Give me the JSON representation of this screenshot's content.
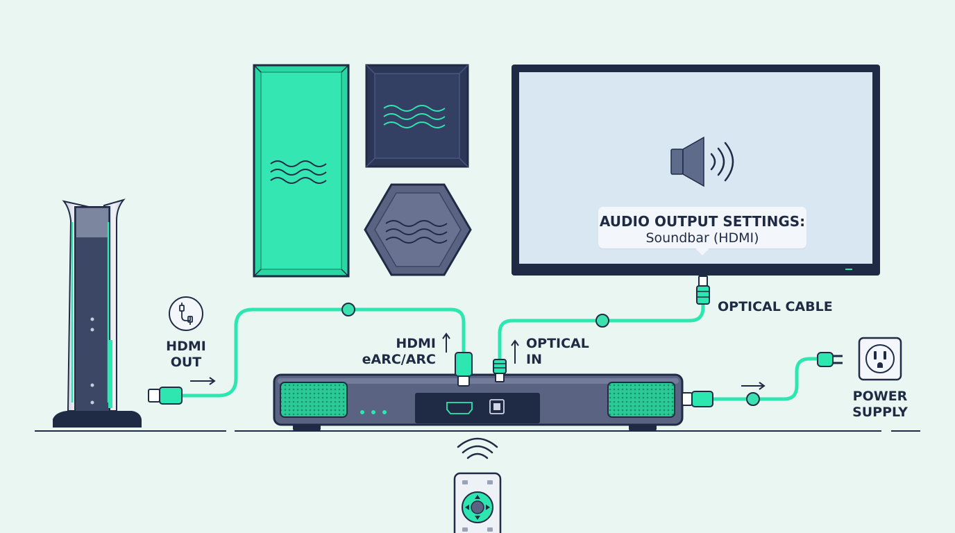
{
  "tv": {
    "setting_title": "AUDIO OUTPUT SETTINGS:",
    "setting_value": "Soundbar (HDMI)"
  },
  "labels": {
    "hdmi_out": [
      "HDMI",
      "OUT"
    ],
    "hdmi_earc": [
      "HDMI",
      "eARC/ARC"
    ],
    "optical_in": [
      "OPTICAL",
      "IN"
    ],
    "optical_cable": "OPTICAL CABLE",
    "power_supply": [
      "POWER",
      "SUPPLY"
    ]
  },
  "icons": {
    "console": "game-console-icon",
    "hdmi": "hdmi-cable-icon",
    "speaker": "speaker-volume-icon",
    "outlet": "power-outlet-icon",
    "plug": "power-plug-icon",
    "remote": "remote-control-icon"
  },
  "colors": {
    "accent": "#2ee6b0",
    "navy": "#1f2b44",
    "background": "#e9f6f1",
    "screen": "#d9e7f3"
  }
}
